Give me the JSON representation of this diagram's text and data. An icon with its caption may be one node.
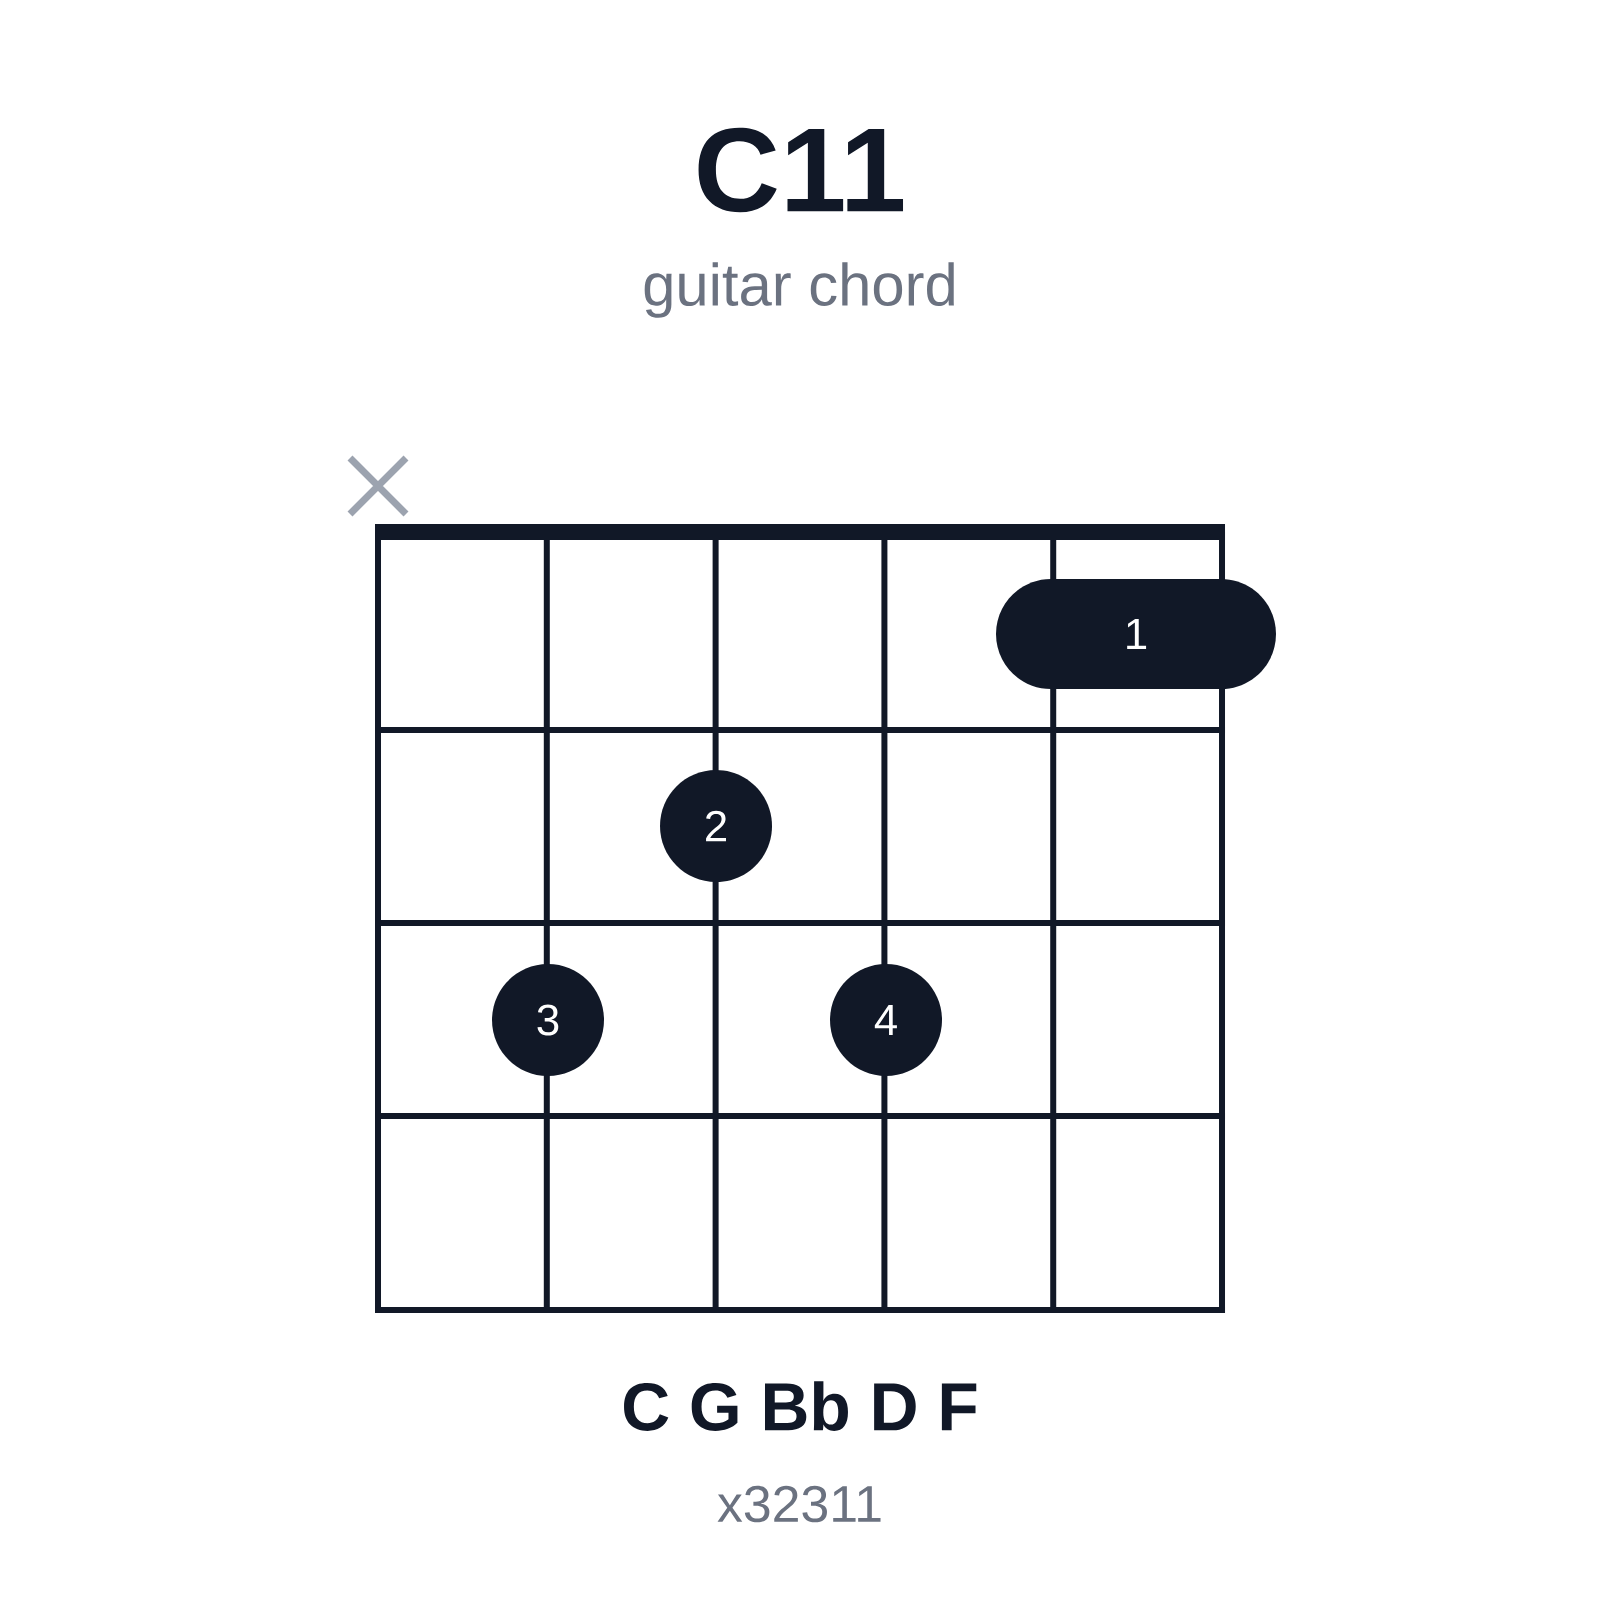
{
  "diagram": {
    "title": "C11",
    "nodes": [
      {
        "text": [
          "1"
        ]
      },
      {
        "text": [
          "2"
        ]
      },
      {
        "text": [
          "3"
        ]
      },
      {
        "text": [
          "4"
        ]
      }
    ],
    "labels": [
      "guitar chord",
      "C G Bb D F",
      "x32311"
    ]
  }
}
